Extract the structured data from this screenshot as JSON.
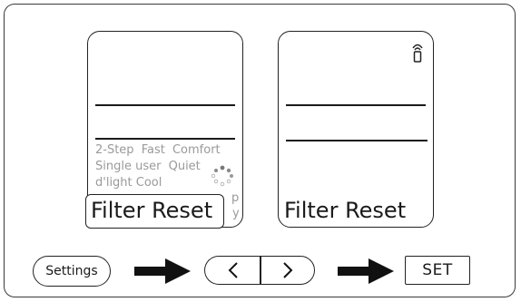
{
  "left_display": {
    "menu_row_1": [
      "2-Step",
      "Fast",
      "Comfort"
    ],
    "menu_row_2": [
      "Single user",
      "Quiet"
    ],
    "menu_row_3": "d'light Cool",
    "hidden_chars": [
      "p",
      "y"
    ],
    "selected_item": "Filter Reset"
  },
  "right_display": {
    "status_icon": "filter-bell-icon",
    "selected_item": "Filter Reset"
  },
  "controls": {
    "settings_label": "Settings",
    "left_symbol": "<",
    "right_symbol": ">",
    "set_label": "SET"
  },
  "colors": {
    "line": "#1a1a1a",
    "dimmed_text": "#9a9a9a",
    "arrow": "#111111"
  }
}
